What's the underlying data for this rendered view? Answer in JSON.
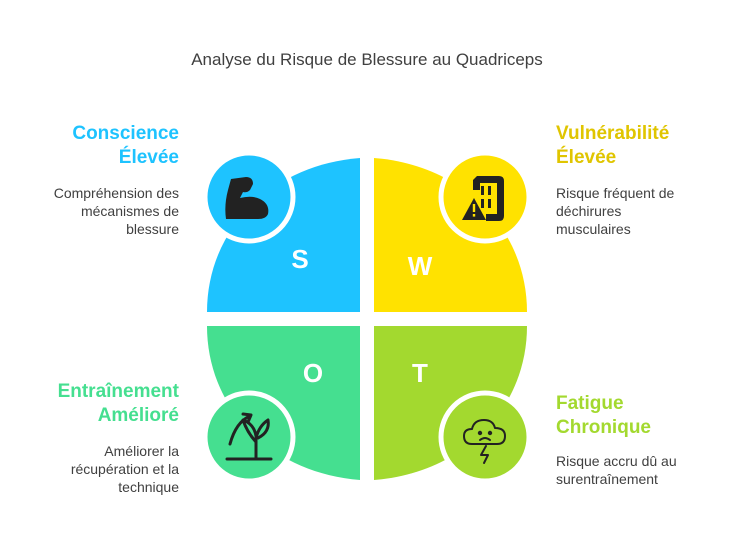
{
  "title": "Analyse du Risque de Blessure au Quadriceps",
  "colors": {
    "strengths": "#1EC3FF",
    "weaknesses": "#FFE200",
    "opportunities": "#45DF90",
    "threats": "#A3D92F",
    "icon": "#222222"
  },
  "quadrants": {
    "strengths": {
      "letter": "S",
      "heading_line1": "Conscience",
      "heading_line2": "Élevée",
      "desc_line1": "Compréhension des",
      "desc_line2": "mécanismes de",
      "desc_line3": "blessure",
      "icon": "flexed-bicep-icon"
    },
    "weaknesses": {
      "letter": "W",
      "heading_line1": "Vulnérabilité",
      "heading_line2": "Élevée",
      "desc_line1": "Risque fréquent de",
      "desc_line2": "déchirures",
      "desc_line3": "musculaires",
      "icon": "sd-card-warning-icon"
    },
    "opportunities": {
      "letter": "O",
      "heading_line1": "Entraînement",
      "heading_line2": "Amélioré",
      "desc_line1": "Améliorer la",
      "desc_line2": "récupération et la",
      "desc_line3": "technique",
      "icon": "growing-sprout-icon"
    },
    "threats": {
      "letter": "T",
      "heading_line1": "Fatigue",
      "heading_line2": "Chronique",
      "desc_line1": "Risque accru dû au",
      "desc_line2": "surentraînement",
      "icon": "storm-cloud-icon"
    }
  }
}
